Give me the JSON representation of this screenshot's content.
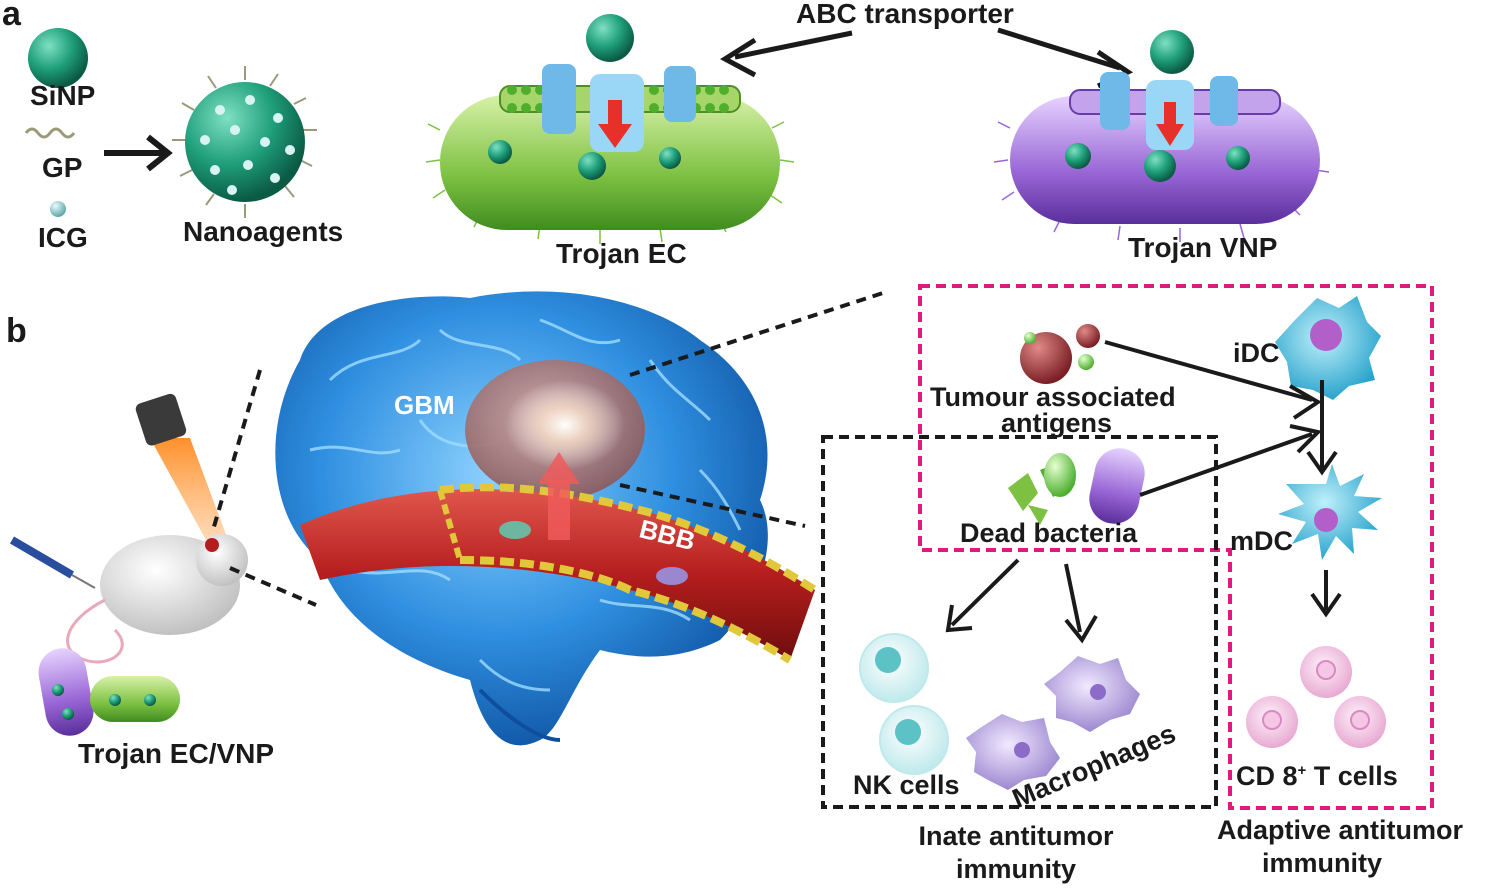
{
  "panels": {
    "a": "a",
    "b": "b"
  },
  "panel_a": {
    "sinp": "SiNP",
    "gp": "GP",
    "icg": "ICG",
    "nanoagents": "Nanoagents",
    "abc_transporter": "ABC transporter",
    "trojan_ec": "Trojan EC",
    "trojan_vnp": "Trojan VNP"
  },
  "panel_b": {
    "trojan_ec_vnp": "Trojan EC/VNP",
    "gbm": "GBM",
    "bbb": "BBB",
    "tumour_antigens_line1": "Tumour associated",
    "tumour_antigens_line2": "antigens",
    "dead_bacteria": "Dead bacteria",
    "idc": "iDC",
    "mdc": "mDC",
    "nk_cells": "NK cells",
    "macrophages": "Macrophages",
    "cd8_prefix": "CD 8",
    "cd8_sup": "+",
    "cd8_suffix": " T cells",
    "innate_line1": "Inate antitumor",
    "innate_line2": "immunity",
    "adaptive_line1": "Adaptive antitumor",
    "adaptive_line2": "immunity"
  },
  "colors": {
    "magenta_box": "#e0197d",
    "black_box": "#1a1a1a",
    "ec_green": "#7dc142",
    "vnp_purple": "#8a5cc4",
    "brain_blue": "#2f8fe0",
    "vessel_red": "#b51e1e",
    "cell_cyan": "#3fb6d6",
    "cell_pink": "#e8a9d2"
  },
  "icons": [
    "silica-nanoparticle",
    "glycopolymer-strand",
    "icg-dot",
    "nanoagent-sphere",
    "bacterium",
    "abc-transporter",
    "mouse",
    "syringe",
    "flashlight",
    "brain",
    "blood-vessel",
    "dendritic-cell",
    "nk-cell",
    "macrophage",
    "t-cell"
  ]
}
